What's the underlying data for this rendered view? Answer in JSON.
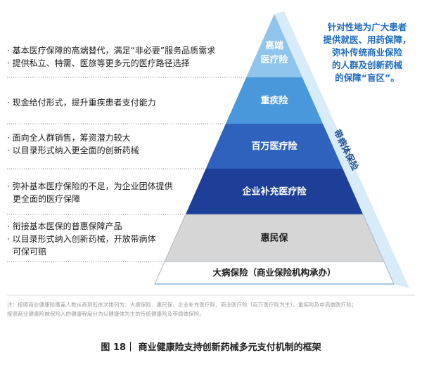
{
  "pyramid": {
    "levels": [
      {
        "label": [
          "高端",
          "医疗险"
        ],
        "fill": "#8fc4ec",
        "text_color": "#ffffff"
      },
      {
        "label": [
          "重疾险"
        ],
        "fill": "#4a98dc",
        "text_color": "#ffffff"
      },
      {
        "label": [
          "百万医疗险"
        ],
        "fill": "#2f62bd",
        "text_color": "#ffffff"
      },
      {
        "label": [
          "企业补充医疗险"
        ],
        "fill": "#1d3f97",
        "text_color": "#ffffff"
      },
      {
        "label": [
          "惠民保"
        ],
        "fill": "#d6d6d6",
        "text_color": "#1a1a1a"
      },
      {
        "label": [
          "大病保险（商业保险机构承办）"
        ],
        "fill": "#ffffff",
        "text_color": "#1a1a1a"
      }
    ],
    "side_band_label": "带病体保险",
    "side_band_fill": "#d8ebf9"
  },
  "descriptions": [
    [
      "· 基本医疗保障的高端替代，满足“非必要”服务品质需求",
      "· 提供私立、特需、医旅等更多元的医疗路径选择"
    ],
    [
      "· 现金给付形式，提升重疾患者支付能力"
    ],
    [
      "· 面向全人群销售，筹资潜力较大",
      "· 以目录形式纳入更全面的创新药械"
    ],
    [
      "· 弥补基本医疗保险的不足，为企业团体提供",
      "更全面的医疗保障"
    ],
    [
      "· 衔接基本医保的普惠保障产品",
      "· 以目录形式纳入创新药械，开放带病体",
      "可保可赔"
    ]
  ],
  "callout": [
    "针对性地为广大患者",
    "提供就医、用药保障，",
    "弥补传统商业保险",
    "的人群及创新药械",
    "的保障“盲区”。"
  ],
  "note": [
    "注：按照商业健康险覆盖人数从高到低依次排列为：大病保险、惠民保、企业补充医疗险、商业医疗险（百万医疗险为主）、重疾险及中高端医疗险；",
    "按照商业健康险被保险人的健康程度分为以健康体为主的传统健康险及带病体保险。"
  ],
  "caption": "图 18｜ 商业健康险支持创新药械多元支付机制的框架",
  "colors": {
    "callout_text": "#1e6bbf",
    "leader_line": "#8c8c8c",
    "divider": "#c9c9c9"
  }
}
